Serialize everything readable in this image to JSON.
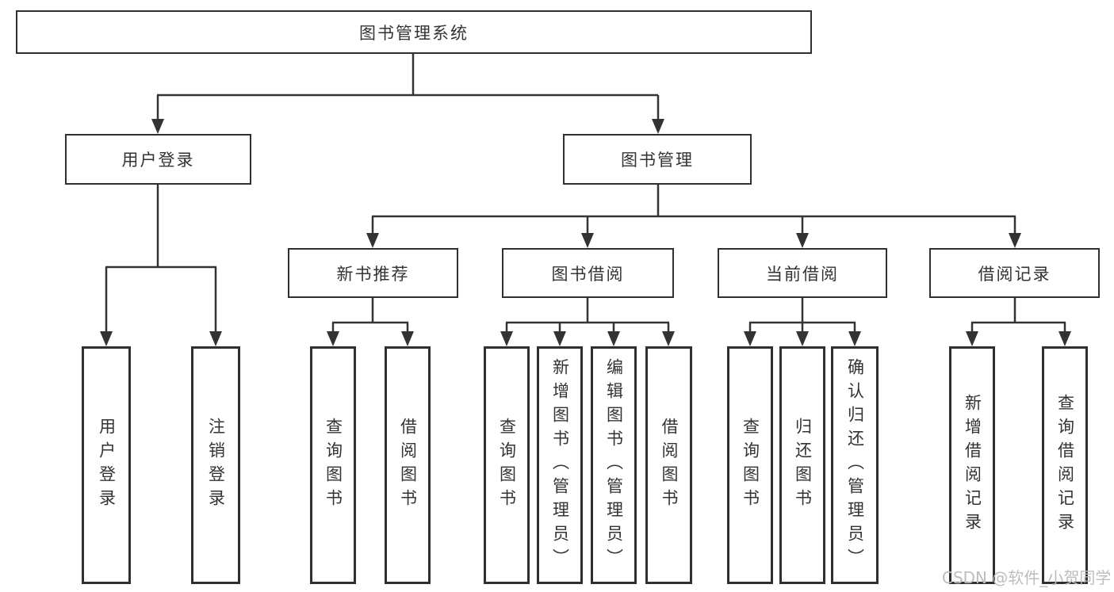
{
  "diagram": {
    "root": {
      "label": "图书管理系统"
    },
    "branches": [
      {
        "label": "用户登录",
        "children": [
          {
            "label": "用户登录"
          },
          {
            "label": "注销登录"
          }
        ]
      },
      {
        "label": "图书管理",
        "children": [
          {
            "label": "新书推荐",
            "children": [
              {
                "label": "查询图书"
              },
              {
                "label": "借阅图书"
              }
            ]
          },
          {
            "label": "图书借阅",
            "children": [
              {
                "label": "查询图书"
              },
              {
                "label": "新增图书（管理员）"
              },
              {
                "label": "编辑图书（管理员）"
              },
              {
                "label": "借阅图书"
              }
            ]
          },
          {
            "label": "当前借阅",
            "children": [
              {
                "label": "查询图书"
              },
              {
                "label": "归还图书"
              },
              {
                "label": "确认归还（管理员）"
              }
            ]
          },
          {
            "label": "借阅记录",
            "children": [
              {
                "label": "新增借阅记录"
              },
              {
                "label": "查询借阅记录"
              }
            ]
          }
        ]
      }
    ]
  },
  "watermark": {
    "text": "CSDN @软件_小贺同学",
    "color": "#bdbdbd"
  },
  "colors": {
    "line": "#333333",
    "box_border": "#2f2f2f",
    "text": "#333333",
    "background": "#ffffff"
  }
}
